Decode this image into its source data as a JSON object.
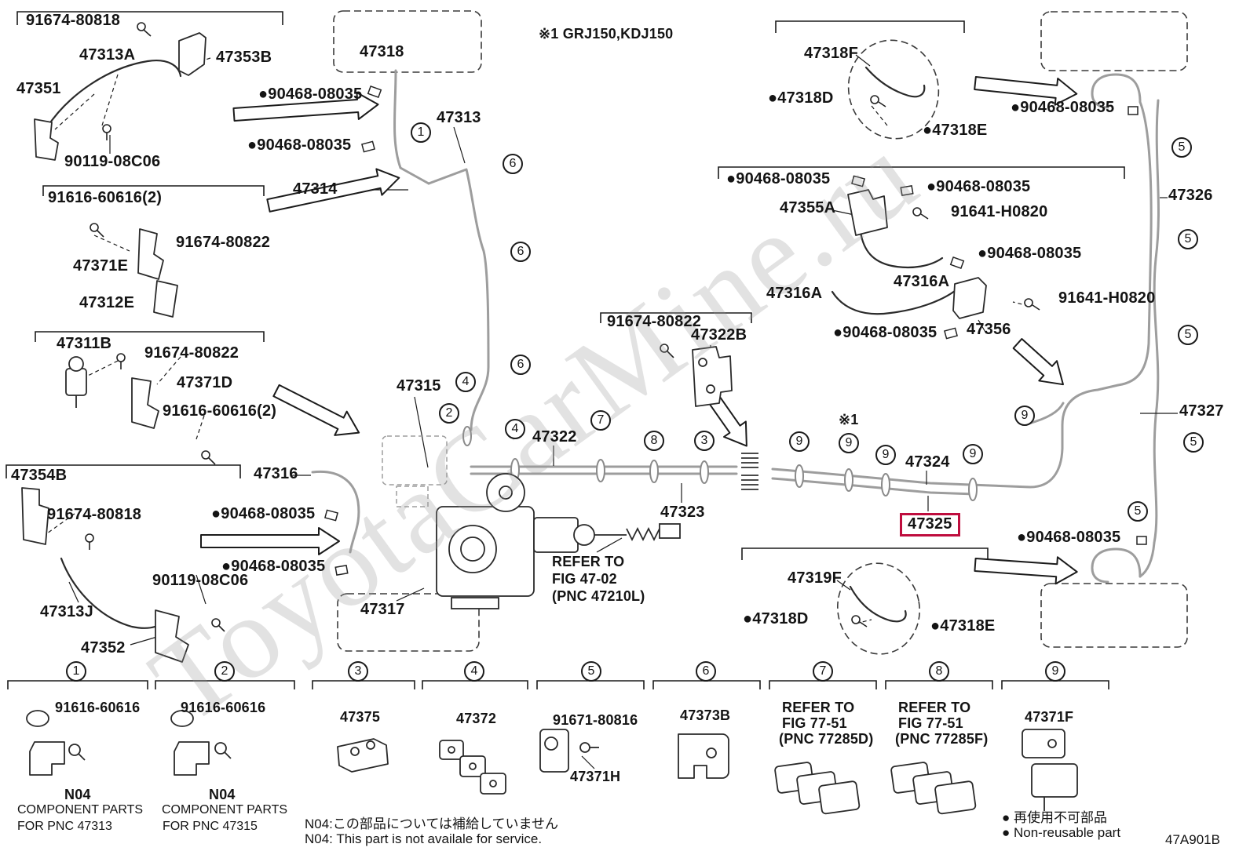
{
  "watermark": "ToyotaCarMine.ru",
  "variant_note": "※1 GRJ150,KDJ150",
  "variant_flag": "※1",
  "diagram_code": "47A901B",
  "highlight_color": "#bf0d3e",
  "labels": [
    {
      "text": "91674-80818"
    },
    {
      "text": "47313A"
    },
    {
      "text": "47353B"
    },
    {
      "text": "47351"
    },
    {
      "text": "90119-08C06"
    },
    {
      "text": "91616-60616(2)"
    },
    {
      "text": "91674-80822"
    },
    {
      "text": "47371E"
    },
    {
      "text": "47312E"
    },
    {
      "text": "47311B"
    },
    {
      "text": "91674-80822"
    },
    {
      "text": "47371D"
    },
    {
      "text": "91616-60616(2)"
    },
    {
      "text": "47354B"
    },
    {
      "text": "91674-80818"
    },
    {
      "text": "47313J"
    },
    {
      "text": "90119-08C06"
    },
    {
      "text": "47352"
    },
    {
      "text": "47318"
    },
    {
      "text": "●90468-08035"
    },
    {
      "text": "●90468-08035"
    },
    {
      "text": "47314"
    },
    {
      "text": "47313"
    },
    {
      "text": "47315"
    },
    {
      "text": "47316"
    },
    {
      "text": "●90468-08035"
    },
    {
      "text": "●90468-08035"
    },
    {
      "text": "47317"
    },
    {
      "text": "47322"
    },
    {
      "text": "91674-80822"
    },
    {
      "text": "47322B"
    },
    {
      "text": "47323"
    },
    {
      "text": "47324"
    },
    {
      "text": "47325"
    },
    {
      "text": "47318F"
    },
    {
      "text": "●47318D"
    },
    {
      "text": "●47318E"
    },
    {
      "text": "●90468-08035"
    },
    {
      "text": "●90468-08035"
    },
    {
      "text": "●90468-08035"
    },
    {
      "text": "47355A"
    },
    {
      "text": "91641-H0820"
    },
    {
      "text": "●90468-08035"
    },
    {
      "text": "47316A"
    },
    {
      "text": "47316A"
    },
    {
      "text": "91641-H0820"
    },
    {
      "text": "47356"
    },
    {
      "text": "●90468-08035"
    },
    {
      "text": "47326"
    },
    {
      "text": "47327"
    },
    {
      "text": "47319F"
    },
    {
      "text": "●47318D"
    },
    {
      "text": "●47318E"
    },
    {
      "text": "●90468-08035"
    }
  ],
  "refer_abs": {
    "line1": "REFER TO",
    "line2": "FIG 47-02",
    "line3": "(PNC 47210L)"
  },
  "callouts": [
    {
      "n": "1"
    },
    {
      "n": "6"
    },
    {
      "n": "6"
    },
    {
      "n": "6"
    },
    {
      "n": "4"
    },
    {
      "n": "2"
    },
    {
      "n": "4"
    },
    {
      "n": "7"
    },
    {
      "n": "8"
    },
    {
      "n": "3"
    },
    {
      "n": "9"
    },
    {
      "n": "9"
    },
    {
      "n": "9"
    },
    {
      "n": "9"
    },
    {
      "n": "9"
    },
    {
      "n": "5"
    },
    {
      "n": "5"
    },
    {
      "n": "5"
    },
    {
      "n": "5"
    },
    {
      "n": "5"
    }
  ],
  "legend": {
    "sections": [
      {
        "num": "1",
        "part": "91616-60616",
        "note": "N04",
        "caption1": "COMPONENT PARTS",
        "caption2": "FOR PNC 47313"
      },
      {
        "num": "2",
        "part": "91616-60616",
        "note": "N04",
        "caption1": "COMPONENT PARTS",
        "caption2": "FOR PNC 47315"
      },
      {
        "num": "3",
        "part": "47375"
      },
      {
        "num": "4",
        "part": "47372"
      },
      {
        "num": "5",
        "part": "91671-80816",
        "part2": "47371H"
      },
      {
        "num": "6",
        "part": "47373B"
      },
      {
        "num": "7",
        "line1": "REFER TO",
        "line2": "FIG 77-51",
        "line3": "(PNC 77285D)"
      },
      {
        "num": "8",
        "line1": "REFER TO",
        "line2": "FIG 77-51",
        "line3": "(PNC 77285F)"
      },
      {
        "num": "9",
        "part": "47371F"
      }
    ]
  },
  "notes": {
    "n04_jp": "N04:この部品については補給していません",
    "n04_en": "N04: This part is not availale for service.",
    "nonreusable_jp": "● 再使用不可部品",
    "nonreusable_en": "● Non-reusable part"
  }
}
